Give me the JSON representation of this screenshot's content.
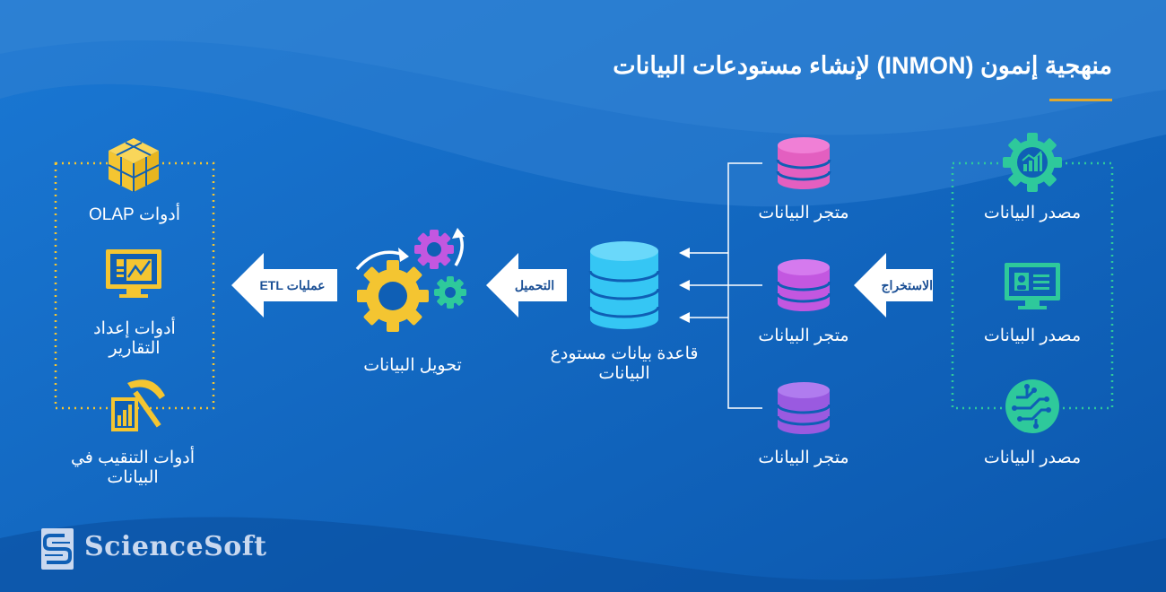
{
  "title": "منهجية إنمون (INMON) لإنشاء مستودعات البيانات",
  "sources": {
    "items": [
      {
        "label": "مصدر البيانات",
        "icon": "gear-chart-icon"
      },
      {
        "label": "مصدر البيانات",
        "icon": "monitor-profile-icon"
      },
      {
        "label": "مصدر البيانات",
        "icon": "circuit-chip-icon"
      }
    ]
  },
  "arrows": {
    "extract": "الاستخراج",
    "load": "التحميل",
    "etl": "عمليات ETL"
  },
  "stores": {
    "items": [
      {
        "label": "متجر البيانات",
        "icon": "database-pink-icon"
      },
      {
        "label": "متجر البيانات",
        "icon": "database-magenta-icon"
      },
      {
        "label": "متجر البيانات",
        "icon": "database-purple-icon"
      }
    ]
  },
  "warehouse": {
    "label": "قاعدة بيانات مستودع البيانات",
    "icon": "database-cyan-icon"
  },
  "transform": {
    "label": "تحويل البيانات",
    "icon": "gears-cycle-icon"
  },
  "tools": {
    "items": [
      {
        "label": "أدوات OLAP",
        "icon": "olap-cube-icon"
      },
      {
        "label": "أدوات إعداد التقارير",
        "icon": "report-monitor-icon"
      },
      {
        "label": "أدوات التنقيب في البيانات",
        "icon": "mining-chart-icon"
      }
    ]
  },
  "logo": {
    "text": "ScienceSoft",
    "icon": "sciencesoft-logo-icon"
  },
  "colors": {
    "background": "#0e5fb8",
    "accent_gold": "#e0a82e",
    "source_green": "#2ec99b",
    "tool_yellow": "#f4c531",
    "warehouse_cyan": "#35c6f4"
  }
}
